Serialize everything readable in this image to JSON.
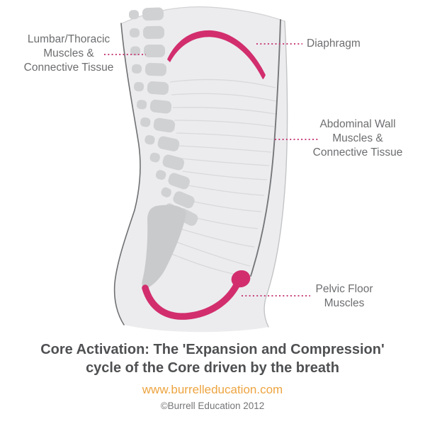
{
  "colors": {
    "accent_pink": "#d22e6e",
    "leader_pink": "#c8417b",
    "link_orange": "#eda440",
    "label_text": "#6d6e70",
    "title_text": "#4f5052",
    "copyright_text": "#747577",
    "outline_dark": "#737476",
    "outline_light": "#c3c4c6",
    "torso_fill": "#ececee",
    "bone_fill": "#d0d1d3",
    "sacrum_fill": "#c9cacc",
    "fascia_line": "#d9d9db"
  },
  "diagram": {
    "labels": {
      "lumbar_thoracic": {
        "lines": [
          "Lumbar/Thoracic",
          "Muscles &",
          "Connective Tissue"
        ]
      },
      "diaphragm": {
        "text": "Diaphragm"
      },
      "abdominal_wall": {
        "lines": [
          "Abdominal Wall",
          "Muscles &",
          "Connective Tissue"
        ]
      },
      "pelvic_floor": {
        "lines": [
          "Pelvic Floor",
          "Muscles"
        ]
      }
    }
  },
  "footer": {
    "title_line1": "Core Activation: The 'Expansion and Compression'",
    "title_line2": "cycle of the Core driven by the breath",
    "website": "www.burrelleducation.com",
    "copyright": "©Burrell Education 2012"
  }
}
